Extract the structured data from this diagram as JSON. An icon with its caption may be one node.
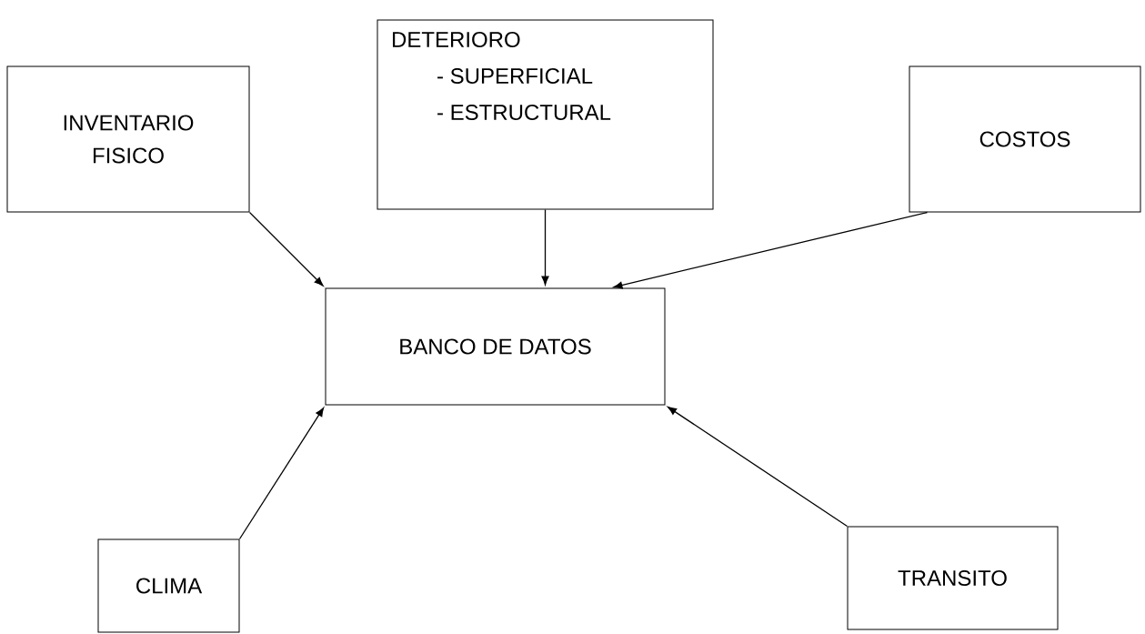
{
  "diagram": {
    "nodes": [
      {
        "text": [
          "INVENTARIO FISICO"
        ]
      },
      {
        "text": [
          "DETERIORO",
          "- SUPERFICIAL",
          "- ESTRUCTURAL"
        ]
      },
      {
        "text": [
          "COSTOS"
        ]
      },
      {
        "text": [
          "BANCO DE DATOS"
        ]
      },
      {
        "text": [
          "CLIMA"
        ]
      },
      {
        "text": [
          "TRANSITO"
        ]
      }
    ],
    "edges": [
      {
        "from": 0,
        "to": 3,
        "arrow": "to"
      },
      {
        "from": 1,
        "to": 3,
        "arrow": "to"
      },
      {
        "from": 2,
        "to": 3,
        "arrow": "to"
      },
      {
        "from": 4,
        "to": 3,
        "arrow": "to"
      },
      {
        "from": 5,
        "to": 3,
        "arrow": "to"
      }
    ]
  }
}
